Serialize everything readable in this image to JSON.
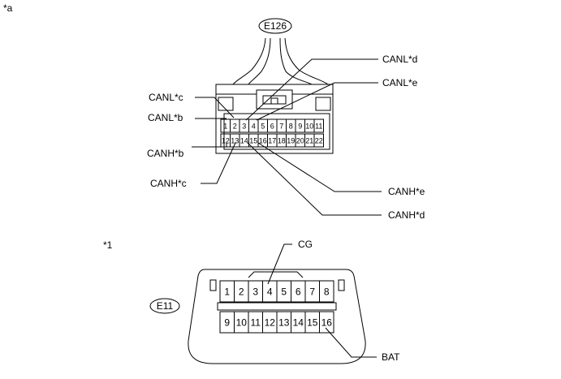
{
  "corner_label": "*a",
  "connector_e126": {
    "tag": "E126",
    "row1": [
      "1",
      "2",
      "3",
      "4",
      "5",
      "6",
      "7",
      "8",
      "9",
      "10",
      "11"
    ],
    "row2": [
      "12",
      "13",
      "14",
      "15",
      "16",
      "17",
      "18",
      "19",
      "20",
      "21",
      "22"
    ],
    "callouts": {
      "canl_c": "CANL*c",
      "canl_b": "CANL*b",
      "canh_b": "CANH*b",
      "canh_c": "CANH*c",
      "canl_d": "CANL*d",
      "canl_e": "CANL*e",
      "canh_e": "CANH*e",
      "canh_d": "CANH*d"
    }
  },
  "connector_e11": {
    "marker": "*1",
    "tag": "E11",
    "row1": [
      "1",
      "2",
      "3",
      "4",
      "5",
      "6",
      "7",
      "8"
    ],
    "row2": [
      "9",
      "10",
      "11",
      "12",
      "13",
      "14",
      "15",
      "16"
    ],
    "callouts": {
      "cg": "CG",
      "bat": "BAT"
    }
  }
}
